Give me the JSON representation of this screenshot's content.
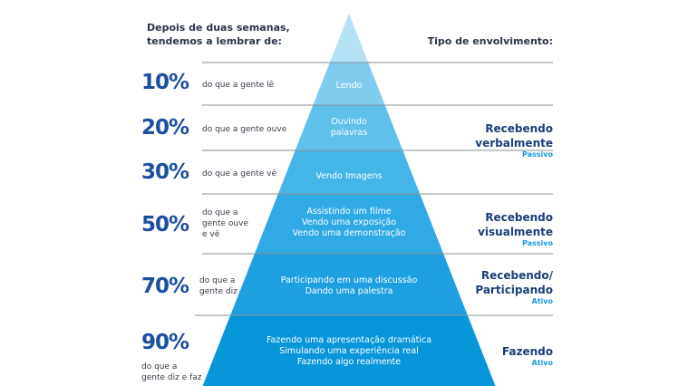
{
  "header_left": [
    "Depois de duas semanas,",
    "tendemos a lembrar de:"
  ],
  "header_right": "Tipo de envolvimento:",
  "rows": [
    {
      "percent": "10%",
      "desc": [
        "do que a gente lê"
      ],
      "level": [
        "Lendo"
      ]
    },
    {
      "percent": "20%",
      "desc": [
        "do que a gente ouve"
      ],
      "level": [
        "Ouvindo",
        "palavras"
      ]
    },
    {
      "percent": "30%",
      "desc": [
        "do que a gente vê"
      ],
      "level": [
        "Vendo Imagens"
      ]
    },
    {
      "percent": "50%",
      "desc": [
        "do que a",
        "gente ouve",
        "e vê"
      ],
      "level": [
        "Assistindo um filme",
        "Vendo uma exposição",
        "Vendo uma demonstração"
      ]
    },
    {
      "percent": "70%",
      "desc": [
        "do que a",
        "gente diz"
      ],
      "level": [
        "Participando em uma discussão",
        "Dando uma palestra"
      ]
    },
    {
      "percent": "90%",
      "desc": [
        "do que a",
        "gente diz e faz"
      ],
      "level": [
        "Fazendo uma apresentação dramática",
        "Simulando uma experiência real",
        "Fazendo algo realmente"
      ]
    }
  ],
  "types": [
    {
      "title": [
        "Recebendo",
        "verbalmente"
      ],
      "mode": "Passivo"
    },
    {
      "title": [
        "Recebendo",
        "visualmente"
      ],
      "mode": "Passivo"
    },
    {
      "title": [
        "Recebendo/",
        "Participando"
      ],
      "mode": "Ativo"
    },
    {
      "title": [
        "Fazendo"
      ],
      "mode": "Ativo"
    }
  ],
  "colors": [
    "#b5e1f6",
    "#80cdf0",
    "#5fc0ec",
    "#45b5e8",
    "#30aae4",
    "#1e9fdf",
    "#0796d9"
  ]
}
